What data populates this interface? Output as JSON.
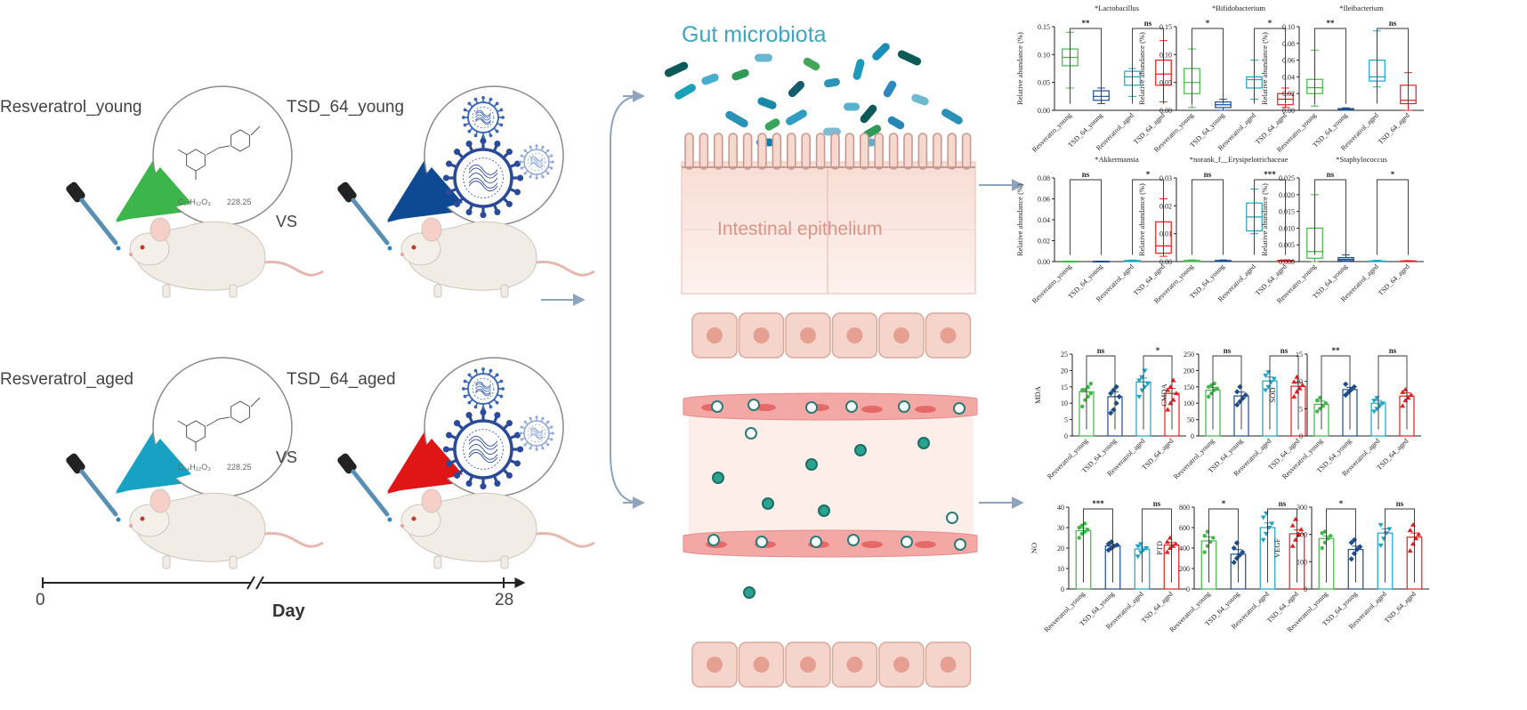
{
  "left": {
    "groups": [
      {
        "label": "Resveratrol_young",
        "compound": {
          "formula": "C₁₄H₁₂O₃",
          "mw": "228.25"
        }
      },
      {
        "label": "TSD_64_young"
      },
      {
        "label": "Resveratrol_aged",
        "compound": {
          "formula": "C₁₄H₁₂O₃",
          "mw": "228.25"
        }
      },
      {
        "label": "TSD_64_aged"
      }
    ],
    "vs": [
      "VS",
      "VS"
    ],
    "timeline": {
      "start": "0",
      "end": "28",
      "label": "Day"
    }
  },
  "middle": {
    "gut_title": "Gut microbiota",
    "epithelium_label": "Intestinal epithelium"
  },
  "colors": {
    "resveratrol_young": "#43b649",
    "tsd_64_young": "#1f4e8c",
    "resveratrol_aged": "#1aa3c4",
    "tsd_64_aged": "#e02020",
    "arrow": "#8ea3bd"
  },
  "chart_data": [
    {
      "type": "box",
      "title": "*Lactobacillus",
      "ylabel": "Relative abundance (%)",
      "ylim": [
        0,
        0.15
      ],
      "yticks": [
        "0.00",
        "0.05",
        "0.10",
        "0.15"
      ],
      "categories": [
        "Resveratro_young",
        "TSD_64_young",
        "Resveratrol_aged",
        "TSD_64_aged"
      ],
      "boxes": [
        {
          "min": 0.04,
          "q1": 0.08,
          "med": 0.095,
          "q3": 0.11,
          "max": 0.14
        },
        {
          "min": 0.012,
          "q1": 0.018,
          "med": 0.025,
          "q3": 0.035,
          "max": 0.04
        },
        {
          "min": 0.025,
          "q1": 0.045,
          "med": 0.06,
          "q3": 0.07,
          "max": 0.075
        },
        {
          "min": 0.015,
          "q1": 0.045,
          "med": 0.065,
          "q3": 0.09,
          "max": 0.125
        }
      ],
      "sig": [
        "**",
        "ns"
      ]
    },
    {
      "type": "box",
      "title": "*Bifidobacterium",
      "ylabel": "Relative abundance (%)",
      "ylim": [
        0,
        0.15
      ],
      "yticks": [
        "0.00",
        "0.05",
        "0.10",
        "0.15"
      ],
      "categories": [
        "Resveratro_young",
        "TSD_64_young",
        "Resveratrol_aged",
        "TSD_64_aged"
      ],
      "boxes": [
        {
          "min": 0.005,
          "q1": 0.03,
          "med": 0.05,
          "q3": 0.075,
          "max": 0.11
        },
        {
          "min": 0.0,
          "q1": 0.005,
          "med": 0.01,
          "q3": 0.015,
          "max": 0.02
        },
        {
          "min": 0.02,
          "q1": 0.04,
          "med": 0.055,
          "q3": 0.06,
          "max": 0.09
        },
        {
          "min": 0.005,
          "q1": 0.01,
          "med": 0.02,
          "q3": 0.03,
          "max": 0.04
        }
      ],
      "sig": [
        "*",
        "*"
      ]
    },
    {
      "type": "box",
      "title": "*Ileibacterium",
      "ylabel": "Relative abundance (%)",
      "ylim": [
        0,
        0.1
      ],
      "yticks": [
        "0.00",
        "0.02",
        "0.04",
        "0.06",
        "0.08",
        "0.10"
      ],
      "categories": [
        "Resveratro_young",
        "TSD_64_young",
        "Resveratrol_aged",
        "TSD_64_aged"
      ],
      "boxes": [
        {
          "min": 0.005,
          "q1": 0.02,
          "med": 0.027,
          "q3": 0.037,
          "max": 0.072
        },
        {
          "min": 0.0,
          "q1": 0.0005,
          "med": 0.001,
          "q3": 0.002,
          "max": 0.003
        },
        {
          "min": 0.028,
          "q1": 0.035,
          "med": 0.04,
          "q3": 0.06,
          "max": 0.095
        },
        {
          "min": 0.0,
          "q1": 0.008,
          "med": 0.012,
          "q3": 0.03,
          "max": 0.045
        }
      ],
      "sig": [
        "**",
        "ns"
      ]
    },
    {
      "type": "box",
      "title": "*Akkermansia",
      "ylabel": "Relative abundance (%)",
      "ylim": [
        0,
        0.08
      ],
      "yticks": [
        "0.00",
        "0.02",
        "0.04",
        "0.06",
        "0.08"
      ],
      "categories": [
        "Resveratro_young",
        "TSD_64_young",
        "Resveratrol_aged",
        "TSD_64_aged"
      ],
      "boxes": [
        {
          "min": 0,
          "q1": 0,
          "med": 0,
          "q3": 0.0003,
          "max": 0.0005
        },
        {
          "min": 0,
          "q1": 0,
          "med": 0,
          "q3": 0.0003,
          "max": 0.0005
        },
        {
          "min": 0,
          "q1": 0,
          "med": 0.0005,
          "q3": 0.001,
          "max": 0.0015
        },
        {
          "min": 0.005,
          "q1": 0.008,
          "med": 0.015,
          "q3": 0.038,
          "max": 0.06
        }
      ],
      "sig": [
        "ns",
        "*"
      ]
    },
    {
      "type": "box",
      "title": "*norank_f__Erysipelotrichaceae",
      "ylabel": "Relative abundance (%)",
      "ylim": [
        0,
        0.03
      ],
      "yticks": [
        "0.00",
        "0.01",
        "0.02",
        "0.03"
      ],
      "categories": [
        "Resveratro_young",
        "TSD_64_young",
        "Resveratrol_aged",
        "TSD_64_aged"
      ],
      "boxes": [
        {
          "min": 0,
          "q1": 0,
          "med": 0.0002,
          "q3": 0.0004,
          "max": 0.0006
        },
        {
          "min": 0,
          "q1": 0,
          "med": 0.0002,
          "q3": 0.0004,
          "max": 0.0006
        },
        {
          "min": 0.01,
          "q1": 0.011,
          "med": 0.016,
          "q3": 0.021,
          "max": 0.026
        },
        {
          "min": 0,
          "q1": 0,
          "med": 0.0002,
          "q3": 0.0004,
          "max": 0.0006
        }
      ],
      "sig": [
        "ns",
        "***"
      ]
    },
    {
      "type": "box",
      "title": "*Staphylococcus",
      "ylabel": "Relative abundance (%)",
      "ylim": [
        0,
        0.025
      ],
      "yticks": [
        "0.000",
        "0.005",
        "0.010",
        "0.015",
        "0.020",
        "0.025"
      ],
      "categories": [
        "Resveratro_young",
        "TSD_64_young",
        "Resveratrol_aged",
        "TSD_64_aged"
      ],
      "boxes": [
        {
          "min": 0,
          "q1": 0.001,
          "med": 0.003,
          "q3": 0.01,
          "max": 0.02
        },
        {
          "min": 0,
          "q1": 0.0003,
          "med": 0.0007,
          "q3": 0.0012,
          "max": 0.002
        },
        {
          "min": 0,
          "q1": 0,
          "med": 0.0001,
          "q3": 0.0002,
          "max": 0.0004
        },
        {
          "min": 0,
          "q1": 0,
          "med": 0.0001,
          "q3": 0.0002,
          "max": 0.0003
        }
      ],
      "sig": [
        "ns",
        "*"
      ]
    },
    {
      "type": "bar",
      "ylabel": "MDA",
      "ylim": [
        0,
        25
      ],
      "yticks": [
        "0",
        "5",
        "10",
        "15",
        "20",
        "25"
      ],
      "categories": [
        "Resveratrol_young",
        "TSD_64_young",
        "Resveratrol_aged",
        "TSD_64_aged"
      ],
      "values": [
        13.5,
        12,
        16.5,
        13
      ],
      "errors": [
        1,
        1.5,
        1.2,
        1.5
      ],
      "points": [
        [
          9,
          11,
          12,
          13,
          14,
          14,
          15,
          16
        ],
        [
          7,
          8,
          10,
          12,
          13,
          14,
          15
        ],
        [
          12,
          14,
          15,
          16,
          17,
          18,
          20
        ],
        [
          8,
          10,
          11,
          13,
          14,
          15,
          17
        ]
      ],
      "sig": [
        "ns",
        "*"
      ]
    },
    {
      "type": "bar",
      "ylabel": "CMDA",
      "ylim": [
        0,
        250
      ],
      "yticks": [
        "0",
        "50",
        "100",
        "150",
        "200",
        "250"
      ],
      "categories": [
        "Resveratrol_young",
        "TSD_64_young",
        "Resveratrol_aged",
        "TSD_64_aged"
      ],
      "values": [
        140,
        122,
        168,
        152
      ],
      "errors": [
        8,
        12,
        12,
        12
      ],
      "points": [
        [
          120,
          130,
          140,
          145,
          150,
          155,
          160
        ],
        [
          95,
          105,
          115,
          125,
          135,
          150
        ],
        [
          140,
          150,
          165,
          175,
          185,
          195
        ],
        [
          120,
          135,
          145,
          155,
          165,
          180
        ]
      ],
      "sig": [
        "ns",
        "ns"
      ]
    },
    {
      "type": "bar",
      "ylabel": "SOD",
      "ylim": [
        0,
        15
      ],
      "yticks": [
        "0",
        "5",
        "10",
        "15"
      ],
      "categories": [
        "Resveratrol_young",
        "TSD_64_young",
        "Resveratrol_aged",
        "TSD_64_aged"
      ],
      "values": [
        5.8,
        8.5,
        6,
        7.3
      ],
      "errors": [
        0.6,
        0.4,
        0.5,
        0.6
      ],
      "points": [
        [
          4.5,
          5,
          5.5,
          6,
          6.5,
          7
        ],
        [
          7.5,
          8,
          8.5,
          9,
          9.5
        ],
        [
          4.5,
          5,
          5.5,
          6,
          6.5,
          7
        ],
        [
          5.5,
          6.5,
          7,
          7.5,
          8,
          8.5
        ]
      ],
      "sig": [
        "**",
        "ns"
      ]
    },
    {
      "type": "bar",
      "ylabel": "NO",
      "ylim": [
        0,
        40
      ],
      "yticks": [
        "0",
        "10",
        "20",
        "30",
        "40"
      ],
      "categories": [
        "Resveratrol_young",
        "TSD_64_young",
        "Resveratrol_aged",
        "TSD_64_aged"
      ],
      "values": [
        28.5,
        21,
        19.5,
        21.5
      ],
      "errors": [
        1.2,
        0.8,
        1,
        1.2
      ],
      "points": [
        [
          25,
          27,
          28,
          29,
          30,
          31,
          32
        ],
        [
          19,
          20,
          21,
          21.5,
          22,
          23
        ],
        [
          16,
          18,
          19,
          20,
          21,
          22
        ],
        [
          18,
          20,
          21,
          22,
          23,
          25
        ]
      ],
      "sig": [
        "***",
        "ns"
      ]
    },
    {
      "type": "bar",
      "ylabel": "PTD",
      "ylim": [
        0,
        800
      ],
      "yticks": [
        "0",
        "200",
        "400",
        "600",
        "800"
      ],
      "categories": [
        "Resveratrol_young",
        "TSD_64_young",
        "Resveratrol_aged",
        "TSD_64_aged"
      ],
      "values": [
        470,
        340,
        600,
        540
      ],
      "errors": [
        40,
        45,
        45,
        40
      ],
      "points": [
        [
          360,
          420,
          460,
          500,
          520,
          560
        ],
        [
          260,
          300,
          330,
          360,
          400,
          450
        ],
        [
          480,
          540,
          600,
          640,
          700,
          740
        ],
        [
          420,
          480,
          530,
          580,
          620,
          680
        ]
      ],
      "sig": [
        "*",
        "ns"
      ]
    },
    {
      "type": "bar",
      "ylabel": "VEGF",
      "ylim": [
        0,
        300
      ],
      "yticks": [
        "0",
        "100",
        "200",
        "300"
      ],
      "categories": [
        "Resveratrol_young",
        "TSD_64_young",
        "Resveratrol_aged",
        "TSD_64_aged"
      ],
      "values": [
        185,
        145,
        205,
        190
      ],
      "errors": [
        10,
        12,
        15,
        15
      ],
      "points": [
        [
          150,
          170,
          185,
          195,
          205,
          210
        ],
        [
          110,
          130,
          145,
          155,
          170,
          180
        ],
        [
          160,
          185,
          205,
          220,
          235
        ],
        [
          140,
          165,
          185,
          200,
          215,
          235
        ]
      ],
      "sig": [
        "*",
        "ns"
      ]
    }
  ]
}
